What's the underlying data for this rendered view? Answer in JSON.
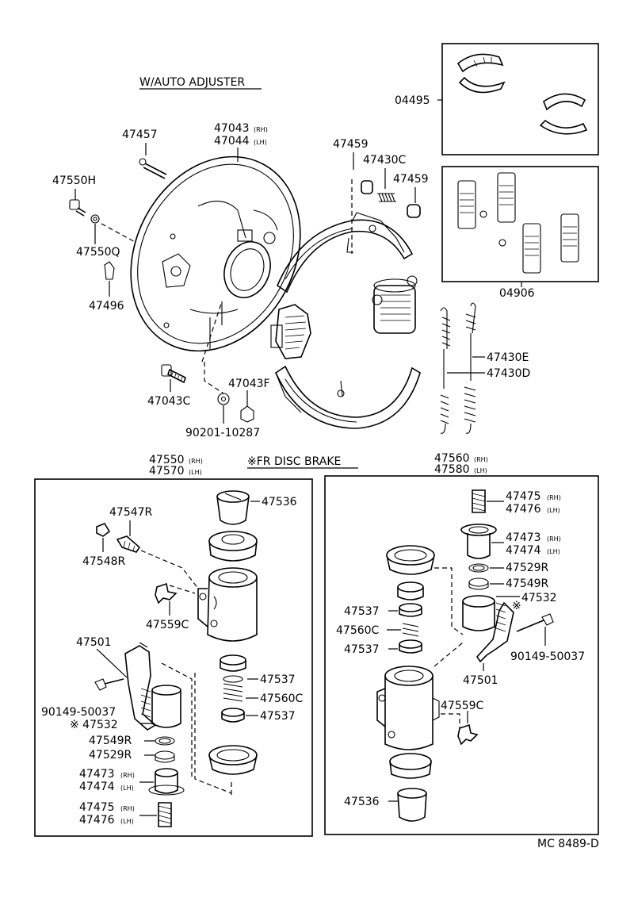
{
  "headers": {
    "auto_adjuster": "W/AUTO ADJUSTER",
    "fr_disc_brake": "※FR DISC BRAKE"
  },
  "footer": {
    "code": "MC 8489-D"
  },
  "drum": {
    "p47457": "47457",
    "p47043": "47043",
    "p47044": "47044",
    "rh": "(RH)",
    "lh": "(LH)",
    "p47550h": "47550H",
    "p47550q": "47550Q",
    "p47496": "47496",
    "p47459a": "47459",
    "p47430c": "47430C",
    "p47459b": "47459",
    "p04495": "04495",
    "p04906": "04906",
    "p47430e": "47430E",
    "p47430d": "47430D",
    "p47043c": "47043C",
    "p47043f": "47043F",
    "p90201": "90201-10287"
  },
  "left_caliper": {
    "p47550": "47550",
    "p47570": "47570",
    "rh": "(RH)",
    "lh": "(LH)",
    "p47547r": "47547R",
    "p47548r": "47548R",
    "p47536": "47536",
    "p47559c": "47559C",
    "p47501": "47501",
    "p90149": "90149-50037",
    "p47532": "※ 47532",
    "p47549r": "47549R",
    "p47529r": "47529R",
    "p47473": "47473",
    "p47474": "47474",
    "p47475": "47475",
    "p47476": "47476",
    "p47537a": "47537",
    "p47560c": "47560C",
    "p47537b": "47537"
  },
  "right_caliper": {
    "p47560": "47560",
    "p47580": "47580",
    "rh": "(RH)",
    "lh": "(LH)",
    "p47475": "47475",
    "p47476": "47476",
    "p47473": "47473",
    "p47474": "47474",
    "p47529r": "47529R",
    "p47549r": "47549R",
    "p47532": "47532",
    "mark": "※",
    "p47537a": "47537",
    "p47560c": "47560C",
    "p47537b": "47537",
    "p90149": "90149-50037",
    "p47501": "47501",
    "p47559c": "47559C",
    "p47536": "47536"
  }
}
